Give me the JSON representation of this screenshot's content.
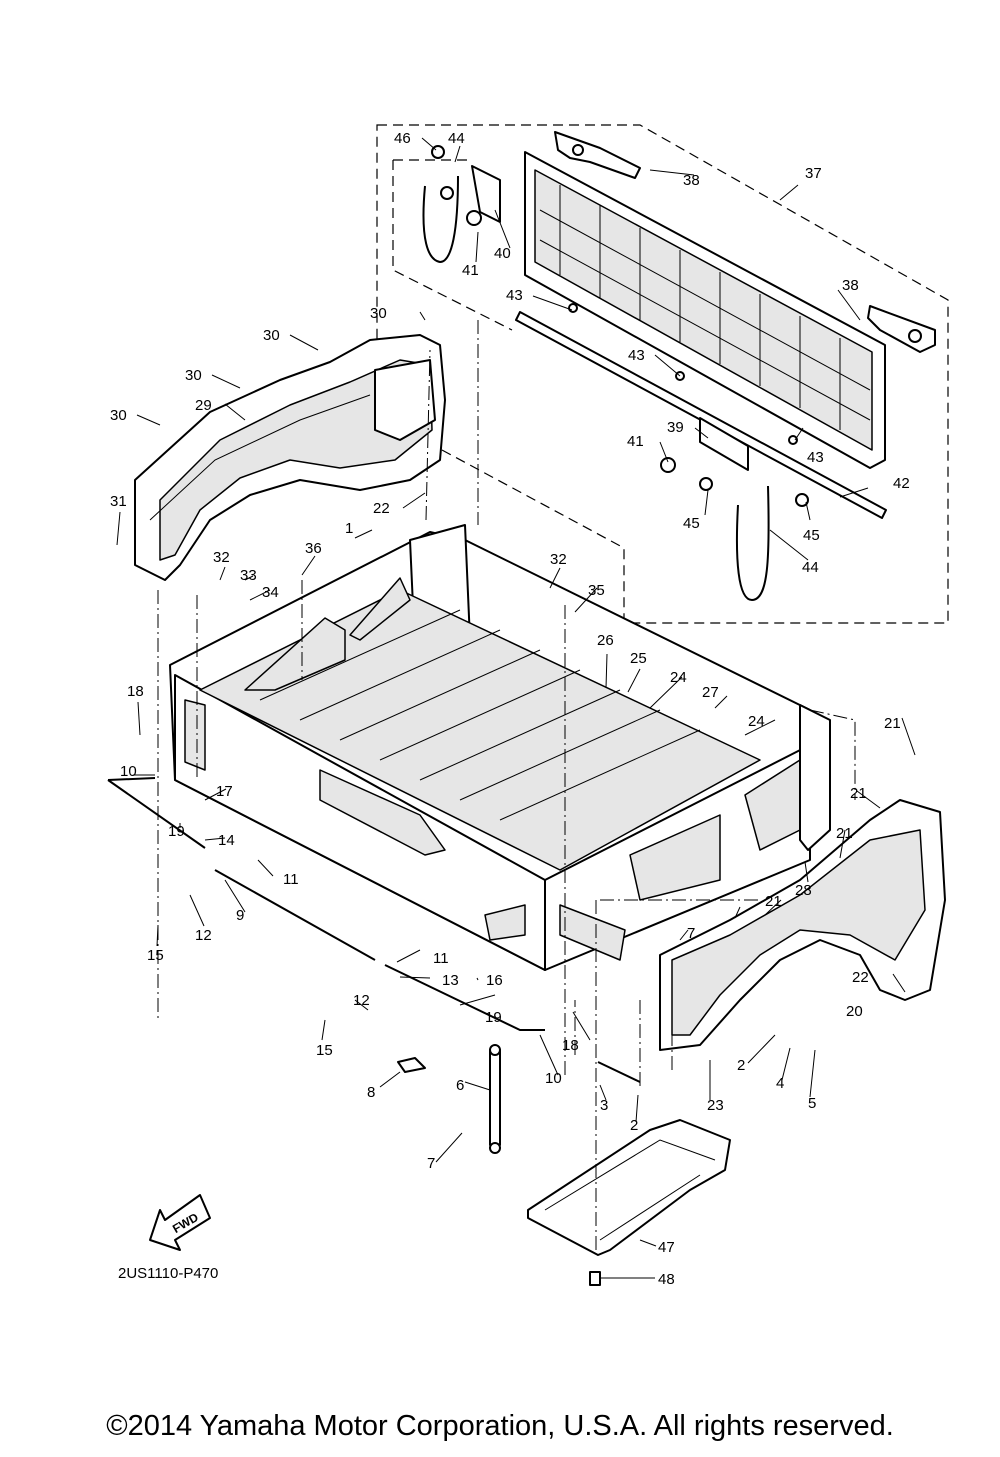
{
  "diagram": {
    "fwd_label": "FWD",
    "drawing_code": "2US1110-P470",
    "copyright": "©2014 Yamaha Motor Corporation, U.S.A. All rights reserved.",
    "callouts": [
      "1",
      "2",
      "2",
      "3",
      "4",
      "5",
      "6",
      "7",
      "7",
      "8",
      "9",
      "10",
      "10",
      "11",
      "11",
      "12",
      "12",
      "13",
      "14",
      "15",
      "15",
      "16",
      "17",
      "18",
      "18",
      "19",
      "19",
      "20",
      "21",
      "21",
      "21",
      "21",
      "22",
      "22",
      "23",
      "24",
      "24",
      "25",
      "26",
      "27",
      "28",
      "29",
      "30",
      "30",
      "30",
      "30",
      "31",
      "32",
      "32",
      "33",
      "34",
      "35",
      "36",
      "37",
      "38",
      "38",
      "39",
      "40",
      "41",
      "41",
      "42",
      "43",
      "43",
      "43",
      "44",
      "44",
      "45",
      "45",
      "46",
      "47",
      "48"
    ]
  }
}
